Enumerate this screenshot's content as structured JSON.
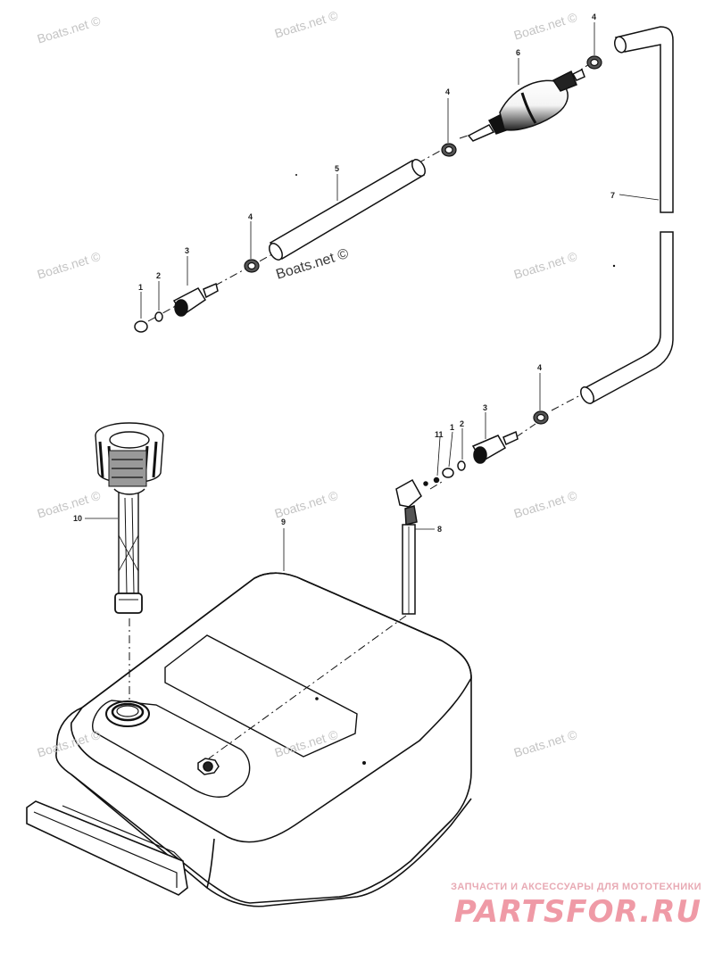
{
  "watermark_text": "Boats.net ©",
  "brand": {
    "tagline": "ЗАПЧАСТИ И АКСЕССУАРЫ ДЛЯ МОТОТЕХНИКИ",
    "logo": "PARTSFOR.RU",
    "color": "#ef9aa6"
  },
  "callouts": {
    "c1a": "1",
    "c2a": "2",
    "c3a": "3",
    "c4a": "4",
    "c5": "5",
    "c4b": "4",
    "c6": "6",
    "c4c": "4",
    "c7": "7",
    "c4d": "4",
    "c3b": "3",
    "c2b": "2",
    "c1b": "1",
    "c11": "11",
    "c8": "8",
    "c9": "9",
    "c10": "10"
  }
}
